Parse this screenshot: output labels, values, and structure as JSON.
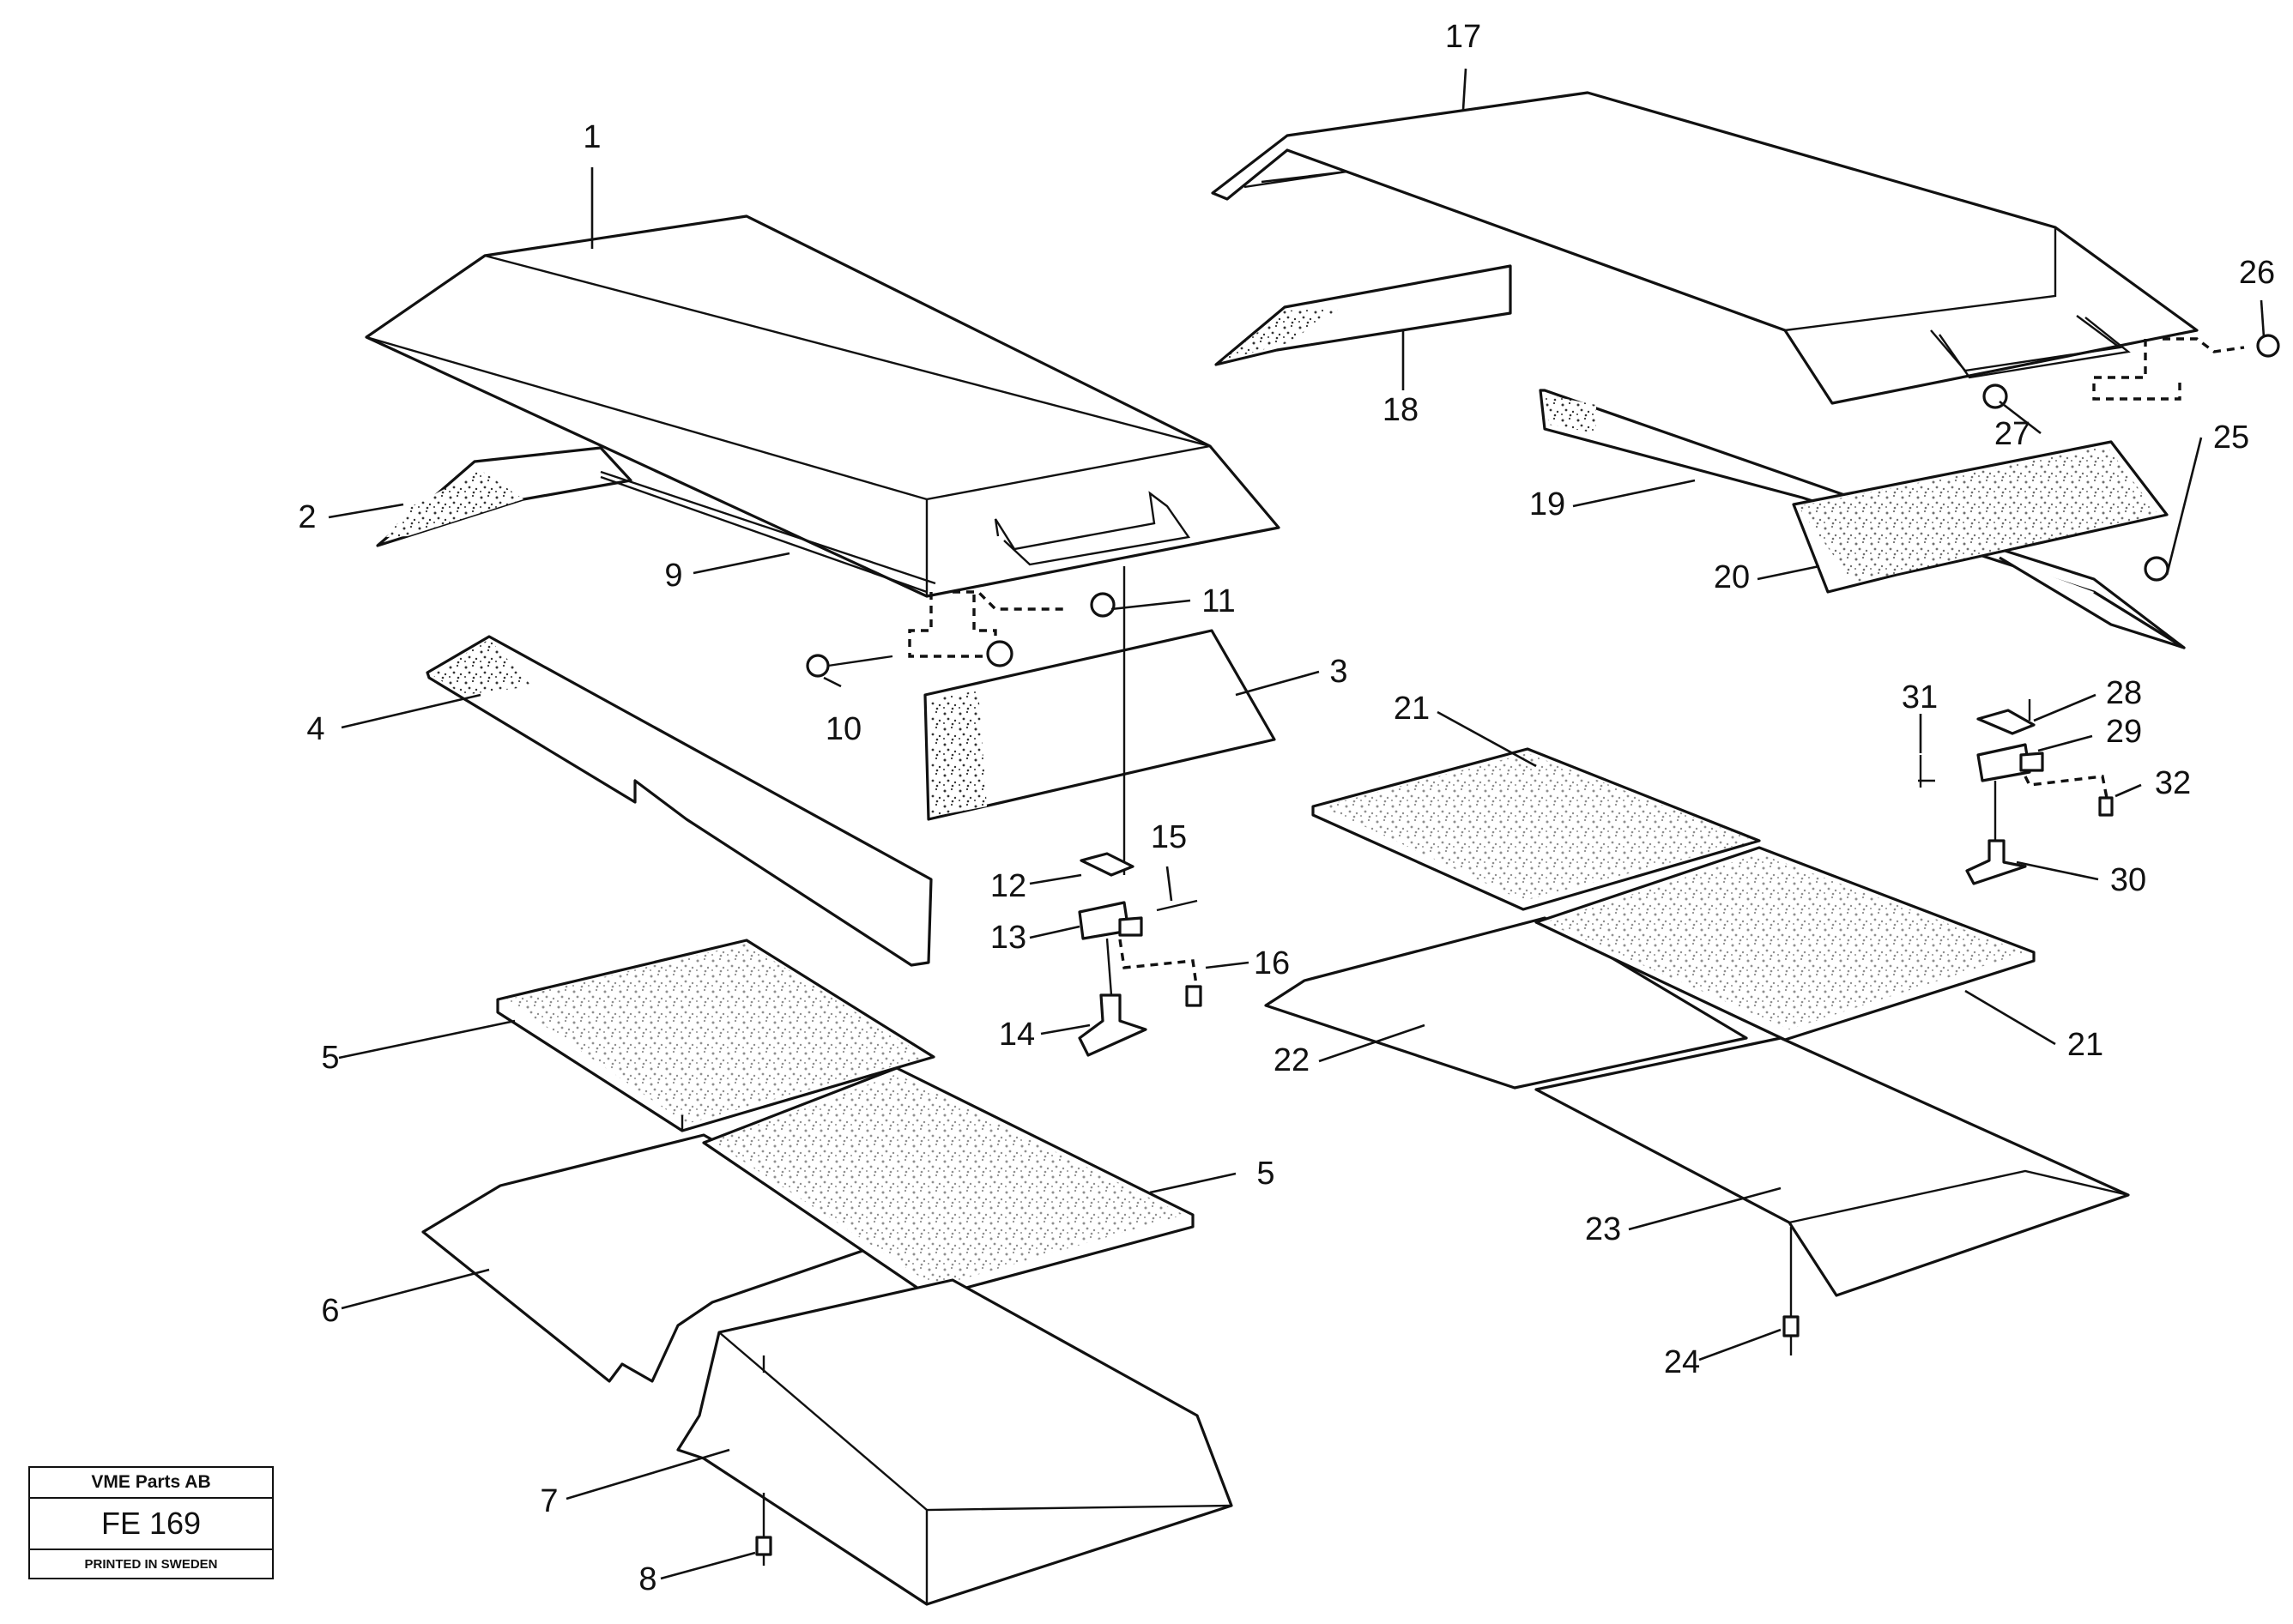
{
  "callouts": [
    "1",
    "2",
    "3",
    "4",
    "5",
    "5",
    "6",
    "7",
    "8",
    "9",
    "10",
    "11",
    "12",
    "13",
    "14",
    "15",
    "16",
    "17",
    "18",
    "19",
    "20",
    "21",
    "21",
    "22",
    "23",
    "24",
    "25",
    "26",
    "27",
    "28",
    "29",
    "30",
    "31",
    "32"
  ],
  "stamp": {
    "company": "VME Parts AB",
    "code": "FE 169",
    "note": "PRINTED IN SWEDEN"
  },
  "colors": {
    "ink": "#111111",
    "paper": "#ffffff"
  }
}
